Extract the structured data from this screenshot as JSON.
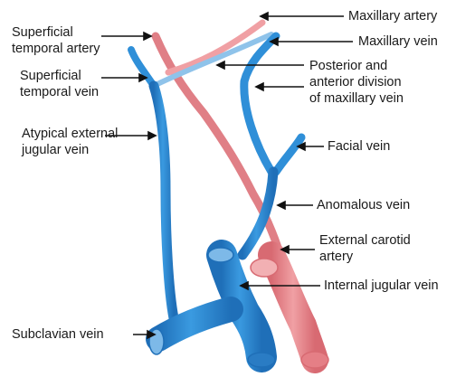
{
  "colors": {
    "vein": "#2f8fd8",
    "vein_dark": "#1f6fb8",
    "artery": "#e98a8f",
    "artery_dark": "#d86a72",
    "text": "#1a1a1a"
  },
  "labels": {
    "maxillary_artery": "Maxillary artery",
    "maxillary_vein": "Maxillary vein",
    "posterior_anterior_division": "Posterior and\nanterior division\nof maxillary vein",
    "facial_vein": "Facial vein",
    "anomalous_vein": "Anomalous vein",
    "external_carotid_artery": "External carotid\nartery",
    "internal_jugular_vein": "Internal jugular vein",
    "superficial_temporal_artery": "Superficial\ntemporal artery",
    "superficial_temporal_vein": "Superficial\ntemporal vein",
    "atypical_external_jugular_vein": "Atypical external\njugular vein",
    "subclavian_vein": "Subclavian vein"
  }
}
